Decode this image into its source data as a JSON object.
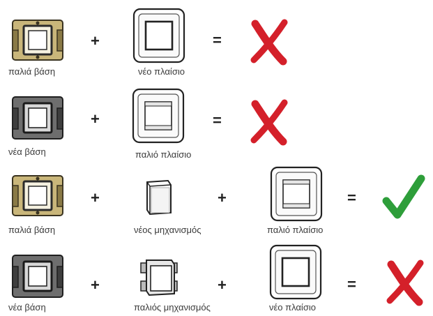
{
  "rows": [
    {
      "labels": [
        "παλιά βάση",
        "νέο πλαίσιο"
      ],
      "operators": [
        "+",
        "="
      ],
      "result": "cross"
    },
    {
      "labels": [
        "νέα βάση",
        "παλιό πλαίσιο"
      ],
      "operators": [
        "+",
        "="
      ],
      "result": "cross"
    },
    {
      "labels": [
        "παλιά βάση",
        "νέος μηχανισμός",
        "παλιό πλαίσιο"
      ],
      "operators": [
        "+",
        "+",
        "="
      ],
      "result": "check"
    },
    {
      "labels": [
        "νέα βάση",
        "παλιός μηχανισμός",
        "νέο πλαίσιο"
      ],
      "operators": [
        "+",
        "+",
        "="
      ],
      "result": "cross"
    }
  ],
  "colors": {
    "cross": "#d4202a",
    "check": "#2e9e3a",
    "old_base_metal": "#b7a468",
    "new_base_metal": "#5a5a5a"
  }
}
